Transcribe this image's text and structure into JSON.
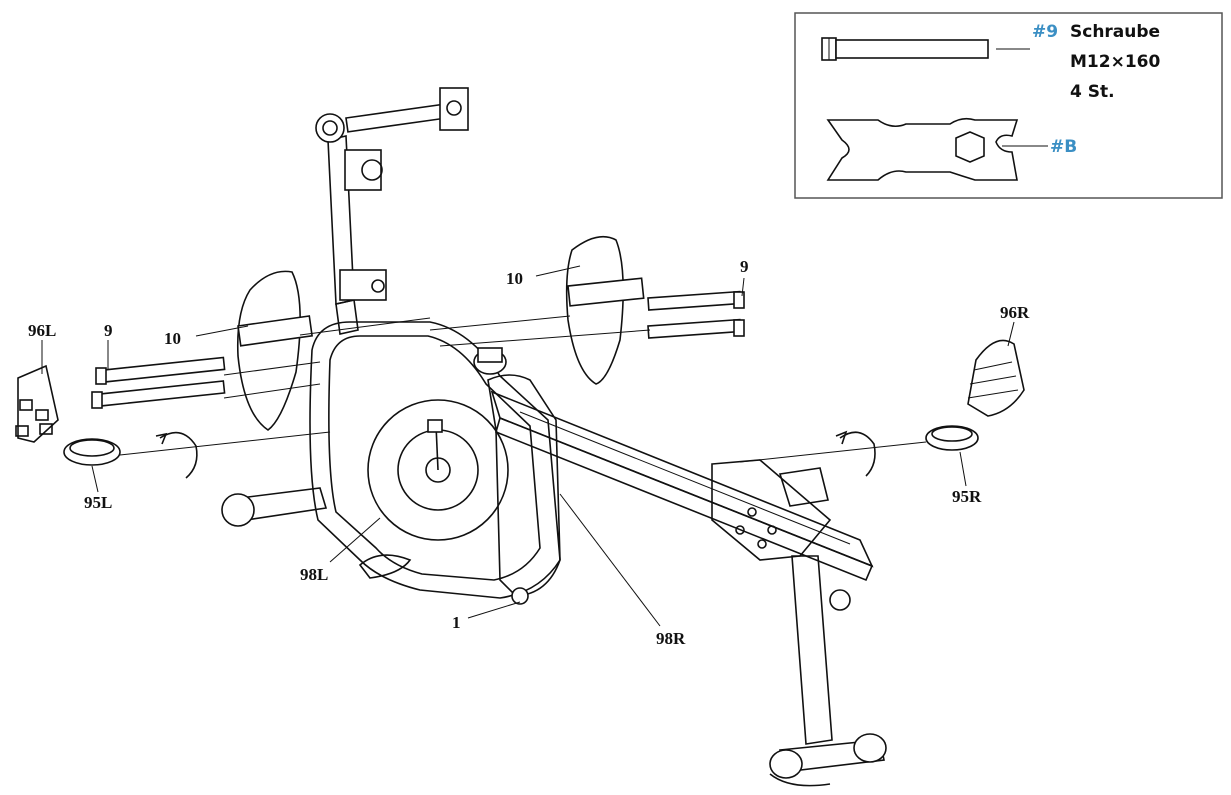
{
  "colors": {
    "accent": "#3b8fc4",
    "line": "#111111",
    "box_border": "#555555"
  },
  "parts_box": {
    "screw_ref": "#9",
    "screw_name": "Schraube",
    "screw_size": "M12×160",
    "screw_qty": "4 St.",
    "wrench_ref": "#B"
  },
  "labels": {
    "p96L": "96L",
    "p9_left": "9",
    "p10_left": "10",
    "p10_right": "10",
    "p9_right": "9",
    "p96R": "96R",
    "p95L": "95L",
    "p95R": "95R",
    "p98L": "98L",
    "p98R": "98R",
    "p1": "1"
  }
}
